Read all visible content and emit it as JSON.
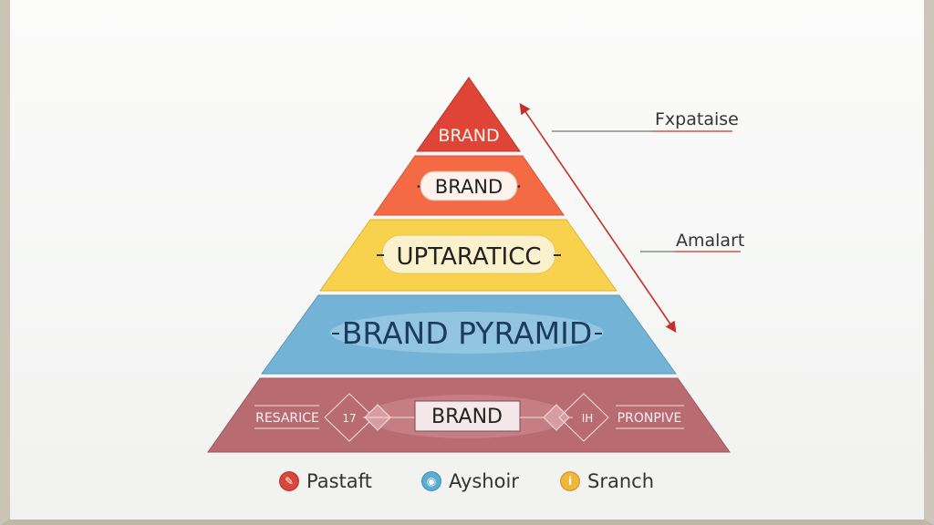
{
  "diagram": {
    "tiers": [
      {
        "label": "BRAND",
        "color": "#df4536"
      },
      {
        "label": "BRAND",
        "color": "#f46a45"
      },
      {
        "label": "UPTARATICC",
        "color": "#f8d24c"
      },
      {
        "label": "BRAND PYRAMID",
        "color": "#72b3d6"
      },
      {
        "label": "BRAND",
        "color": "#b86c72"
      }
    ],
    "base_left_label": "RESARICE",
    "base_left_number": "17",
    "base_right_number": "IH",
    "base_right_label": "PRONPIVE",
    "side_labels": [
      "Fxpataise",
      "Amalart"
    ],
    "arrow_color": "#c62f2a",
    "accent_line_color": "#d9534f"
  },
  "legend": [
    {
      "label": "Pastaft",
      "color": "#d9473a",
      "icon": "pen-icon",
      "glyph": "✎"
    },
    {
      "label": "Ayshoir",
      "color": "#5aaed3",
      "icon": "eye-icon",
      "glyph": "◉"
    },
    {
      "label": "Sranch",
      "color": "#f2b63a",
      "icon": "info-icon",
      "glyph": "i"
    }
  ]
}
